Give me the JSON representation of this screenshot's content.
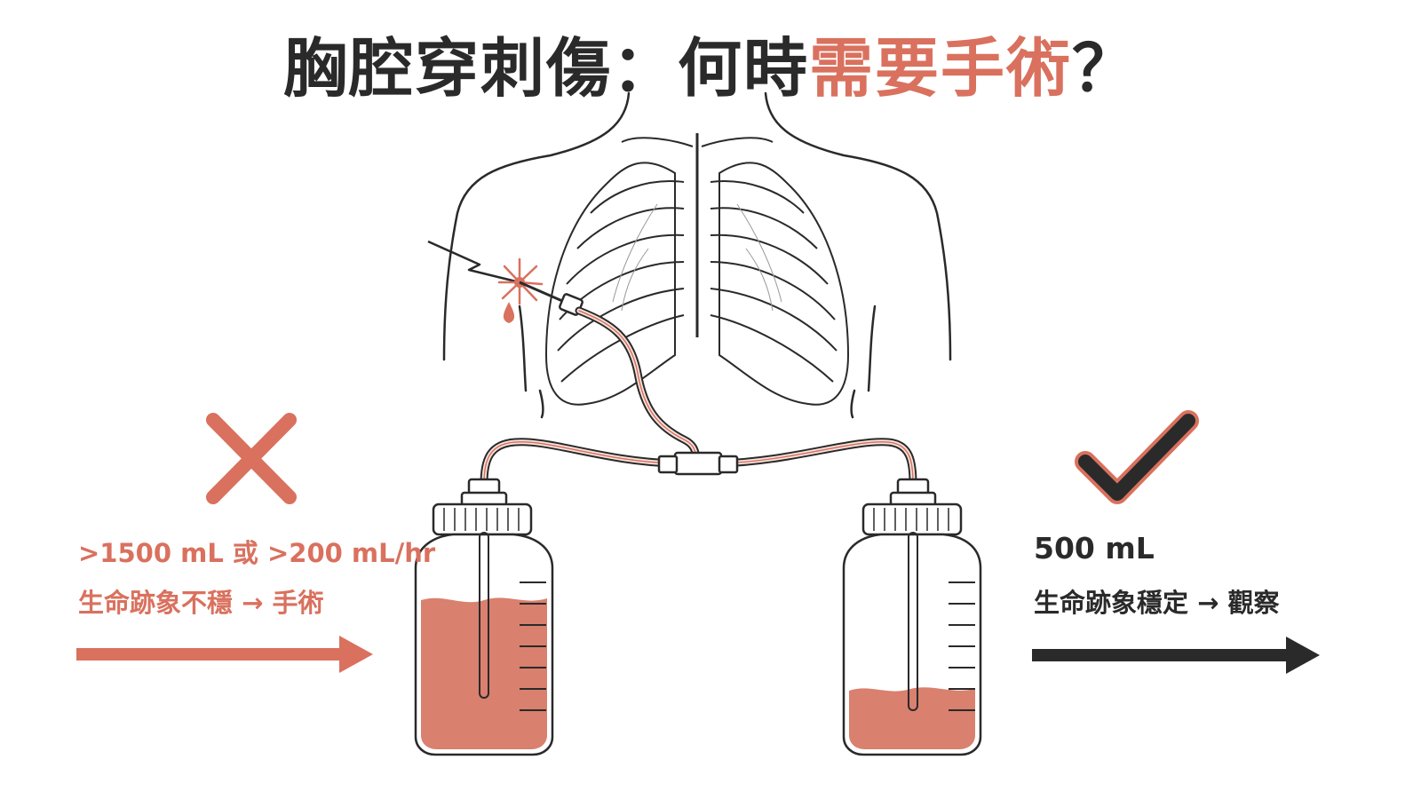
{
  "title": {
    "prefix": "胸腔穿刺傷：何時",
    "highlight": "需要手術",
    "suffix": "？"
  },
  "left_panel": {
    "icon": "cross-icon",
    "threshold_text": ">1500 mL 或 >200 mL/hr",
    "outcome_text": "生命跡象不穩 → 手術",
    "color": "#d9715e"
  },
  "right_panel": {
    "icon": "check-icon",
    "threshold_text": "500 mL",
    "outcome_text": "生命跡象穩定 → 觀察",
    "color": "#2a2a2a"
  },
  "illustration": {
    "torso": "torso-outline",
    "injury": "stab-wound-icon",
    "drain_left_fill_fraction": 0.77,
    "drain_right_fill_fraction": 0.33,
    "blood_color": "#d9806e"
  }
}
